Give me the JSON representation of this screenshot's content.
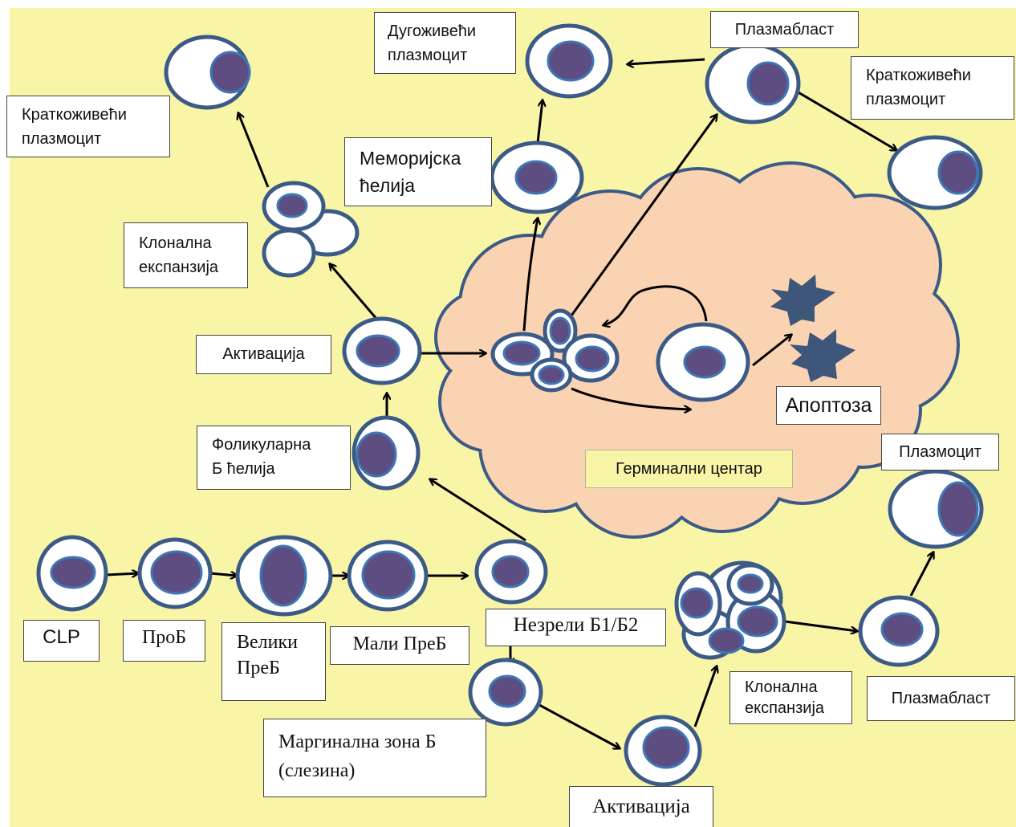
{
  "colors": {
    "background": "#f8f5a7",
    "cell_fill": "#ffffff",
    "cell_outline": "#3b5a86",
    "nucleus_fill": "#5e4d80",
    "nucleus_outline": "#3e77b6",
    "germinal_center_fill": "#fad3b2",
    "germinal_center_outline": "#3b5a86",
    "apoptotic_cell": "#3e5679",
    "arrow": "#000000"
  },
  "labels": {
    "clp": "CLP",
    "prob": "ПроБ",
    "velikiPreb": [
      "Велики",
      "ПреБ"
    ],
    "maliPreb": "Мали ПреБ",
    "nezreli": "Незрели Б1/Б2",
    "marginalna": [
      "Маргинална зона Б",
      "(слезина)"
    ],
    "aktivacijaBottom": "Активација",
    "klonalnaBottom": [
      "Клонална",
      "експанзија"
    ],
    "plazmablastBottom": "Плазмабласт",
    "plazmocit": "Плазмоцит",
    "folikularna": [
      "Фоликуларна",
      "Б ћелија"
    ],
    "aktivacijaTop": "Активација",
    "klonalnaTop": [
      "Клонална",
      "експанзија"
    ],
    "kratkoLeft": [
      "Краткоживећи",
      "плазмоцит"
    ],
    "memorijska": [
      "Меморијска",
      "ћелија"
    ],
    "dugo": [
      "Дугоживећи",
      "плазмоцит"
    ],
    "plazmablastTop": "Плазмабласт",
    "kratkoRight": [
      "Краткоживећи",
      "плазмоцит"
    ],
    "apoptoza": "Апоптоза",
    "germinalni": "Герминални центар"
  }
}
